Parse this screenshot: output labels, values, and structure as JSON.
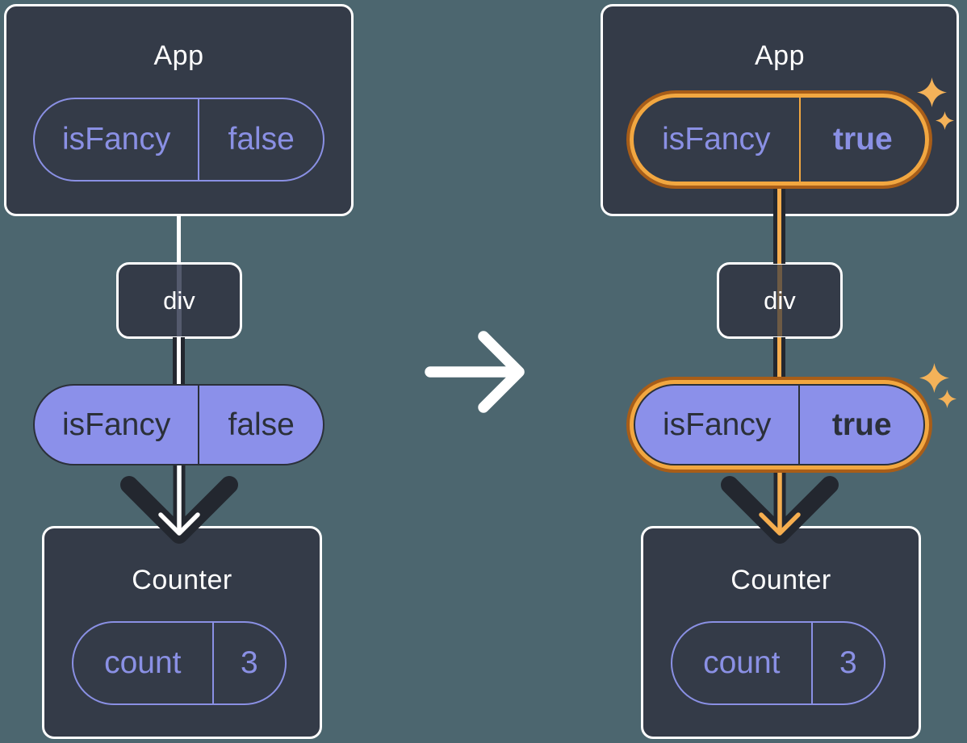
{
  "colors": {
    "background": "#4C666F",
    "node_fill": "#343B48",
    "node_border": "#FFFFFF",
    "purple": "#8A90E4",
    "pill_fill": "#8B90EA",
    "dark_ink": "#23272F",
    "ink_text": "#2B3039",
    "highlight": "#F2A740",
    "highlight_dark": "#A85D18",
    "sparkle": "#F4B259"
  },
  "icons": {
    "transition_arrow": "→",
    "sparkle": "✦",
    "down_arrow": "↓"
  },
  "before": {
    "app": {
      "title": "App",
      "state_name": "isFancy",
      "state_value": "false"
    },
    "div_label": "div",
    "prop_name": "isFancy",
    "prop_value": "false",
    "counter": {
      "title": "Counter",
      "state_name": "count",
      "state_value": "3"
    }
  },
  "after": {
    "app": {
      "title": "App",
      "state_name": "isFancy",
      "state_value": "true"
    },
    "div_label": "div",
    "prop_name": "isFancy",
    "prop_value": "true",
    "counter": {
      "title": "Counter",
      "state_name": "count",
      "state_value": "3"
    }
  }
}
